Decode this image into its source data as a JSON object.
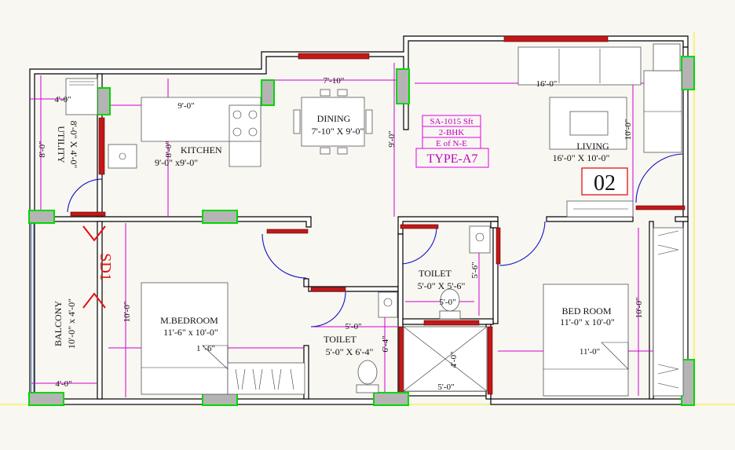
{
  "colors": {
    "background": "#f8f7f2",
    "wall": "#000000",
    "dimension": "#d000d0",
    "column_fill": "#b4b4b4",
    "column_outline": "#00d800",
    "window": "#c31818",
    "door_swing": "#1010c8",
    "label_box": "#e000e0",
    "flat_number_box": "#e00000",
    "plot_line": "#f2f060"
  },
  "rooms": {
    "utility": {
      "name": "UTILITY",
      "size": "8'-0\" X 4'-0\""
    },
    "kitchen": {
      "name": "KITCHEN",
      "size": "9'-0\" x9'-0\""
    },
    "dining": {
      "name": "DINING",
      "size": "7'-10\" X 9'-0\""
    },
    "living": {
      "name": "LIVING",
      "size": "16'-0\" X 10'-0\""
    },
    "master_bedroom": {
      "name": "M.BEDROOM",
      "size": "11'-6\" x 10'-0\""
    },
    "toilet_master": {
      "name": "TOILET",
      "size": "5'-0\" X 6'-4\""
    },
    "toilet_common": {
      "name": "TOILET",
      "size": "5'-0\" X 5'-6\""
    },
    "bedroom": {
      "name": "BED ROOM",
      "size": "11'-0\" x 10'-0\""
    },
    "balcony": {
      "name": "BALCONY",
      "size": "10'-0\" x 4'-0\""
    }
  },
  "info_box": {
    "area": "SA-1015 Sft",
    "bhk": "2-BHK",
    "facing": "E of N-E",
    "type": "TYPE-A7"
  },
  "flat_number": "02",
  "section_mark": "SD1",
  "dimensions": {
    "utility_width": "4'-0\"",
    "utility_depth": "8'-0\"",
    "kitchen_width": "9'-0\"",
    "kitchen_depth": "8'-0\"",
    "dining_width": "7'-10\"",
    "dining_depth": "9'-0\"",
    "living_width": "16'-0\"",
    "living_depth": "10'-0\"",
    "master_depth": "10'-0\"",
    "master_width": "1 '-6\"",
    "balcony_width": "4'-0\"",
    "toilet_master_width": "5'-0\"",
    "toilet_master_depth": "6'-4\"",
    "toilet_common_width": "5'-0\"",
    "toilet_common_depth": "5'-6\"",
    "duct_width": "5'-0\"",
    "duct_depth": "4'-0\"",
    "bedroom_width": "11'-0\"",
    "bedroom_depth": "10'-0\""
  }
}
